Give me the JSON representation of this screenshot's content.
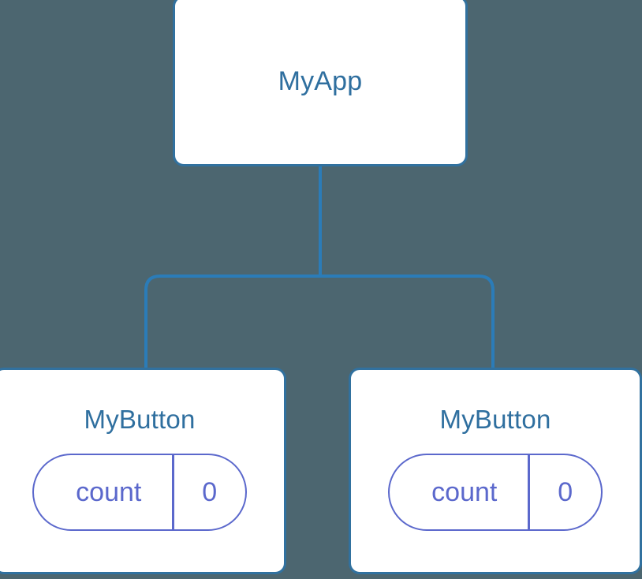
{
  "diagram": {
    "type": "component-tree",
    "background_color": "#4c6670",
    "node_border_color": "#31719f",
    "node_title_color": "#2f6f9f",
    "edge_color": "#2b7cb8",
    "state_color": "#5b68cc",
    "root": {
      "title": "MyApp"
    },
    "children": [
      {
        "title": "MyButton",
        "state": {
          "key": "count",
          "value": "0"
        }
      },
      {
        "title": "MyButton",
        "state": {
          "key": "count",
          "value": "0"
        }
      }
    ]
  }
}
